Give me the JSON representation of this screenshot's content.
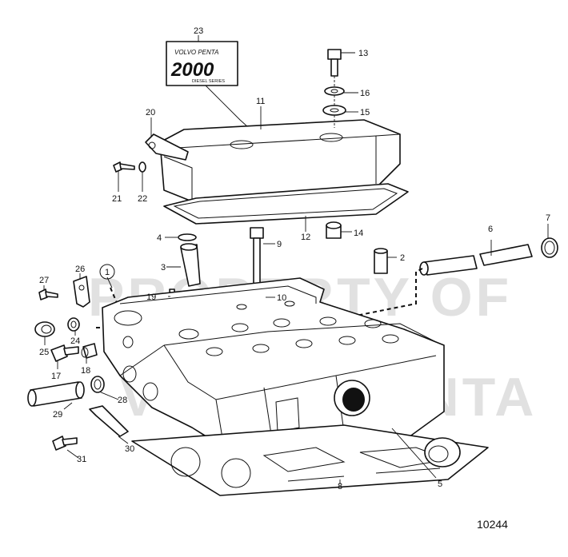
{
  "watermark": {
    "line1": "PROPERTY OF",
    "line2": "VOLVO PENTA"
  },
  "logo": {
    "brand": "VOLVO  PENTA",
    "model": "2000",
    "series": "DIESEL SERIES"
  },
  "figure_number": "10244",
  "callouts": {
    "c1": "1",
    "c2": "2",
    "c3": "3",
    "c4": "4",
    "c5": "5",
    "c6": "6",
    "c7": "7",
    "c8": "8",
    "c9": "9",
    "c10": "10",
    "c11": "11",
    "c12": "12",
    "c13": "13",
    "c14": "14",
    "c15": "15",
    "c16": "16",
    "c17": "17",
    "c18": "18",
    "c19": "19",
    "c20": "20",
    "c21": "21",
    "c22": "22",
    "c23": "23",
    "c24": "24",
    "c25": "25",
    "c26": "26",
    "c27": "27",
    "c28": "28",
    "c29": "29",
    "c30": "30",
    "c31": "31"
  }
}
